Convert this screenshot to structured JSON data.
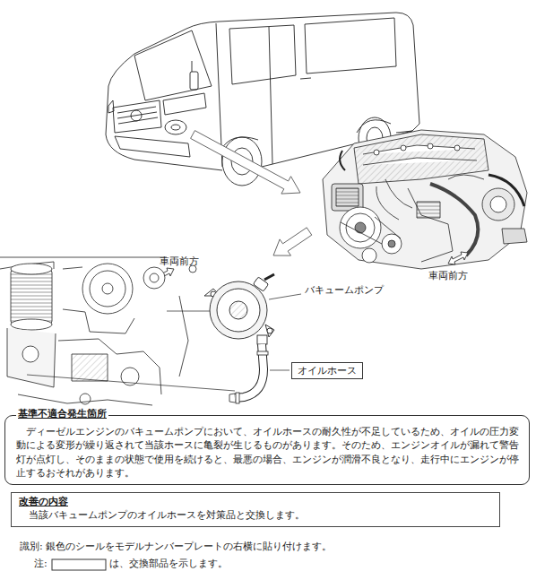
{
  "diagram": {
    "nodes": [
      {
        "text": [
          "オイルホース"
        ]
      },
      {
        "text": [
          "基準不適合発生箇所",
          "ディーゼルエンジンのバキュームポンプにおいて、オイルホースの耐久性が不足しているため、オイルの圧力変動による変形が繰り返されて当該ホースに亀裂が生じるものがあります。そのため、エンジンオイルが漏れて警告灯が点灯し、そのままの状態で使用を続けると、最悪の場合、エンジンが潤滑不良となり、走行中にエンジンが停止するおそれがあります。"
        ]
      },
      {
        "text": [
          "改善の内容",
          "当該バキュームポンプのオイルホースを対策品と交換します。"
        ]
      }
    ],
    "labels": [
      "車両前方",
      "車両前方",
      "バキュームポンプ",
      "識別: 銀色のシールをモデルナンバープレートの右横に貼り付けます。",
      "注:",
      "は、交換部品を示します。"
    ]
  }
}
